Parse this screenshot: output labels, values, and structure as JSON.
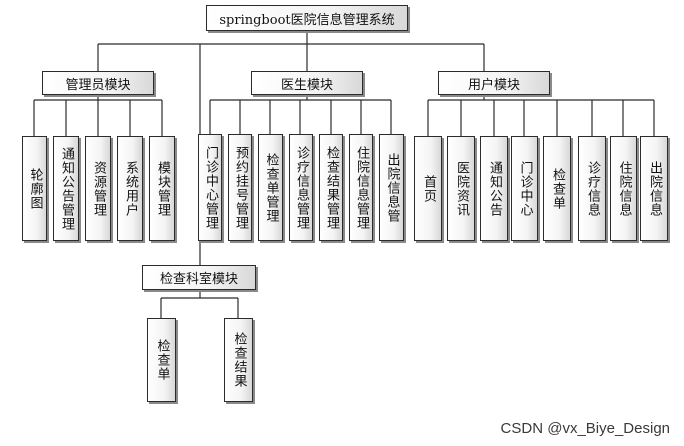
{
  "root": "springboot医院信息管理系统",
  "modules": {
    "admin": {
      "title": "管理员模块",
      "items": [
        "轮廓图",
        "通知公告管理",
        "资源管理",
        "系统用户",
        "模块管理"
      ]
    },
    "doctor": {
      "title": "医生模块",
      "items": [
        "门诊中心管理",
        "预约挂号管理",
        "检查单管理",
        "诊疗信息管理",
        "检查结果管理",
        "住院信息管理",
        "出院信息管"
      ]
    },
    "user": {
      "title": "用户模块",
      "items": [
        "首页",
        "医院资讯",
        "通知公告",
        "门诊中心",
        "检查单",
        "诊疗信息",
        "住院信息",
        "出院信息"
      ]
    },
    "lab": {
      "title": "检查科室模块",
      "items": [
        "检查单",
        "检查结果"
      ]
    }
  },
  "watermark": "CSDN @vx_Biye_Design"
}
